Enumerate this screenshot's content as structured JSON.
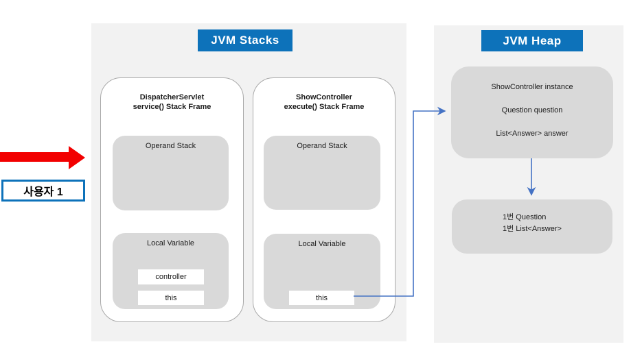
{
  "user": {
    "label": "사용자 1"
  },
  "stacks": {
    "header": "JVM Stacks",
    "frames": [
      {
        "title_line1": "DispatcherServlet",
        "title_line2": "service() Stack Frame",
        "operand_label": "Operand Stack",
        "local_label": "Local Variable",
        "variables": [
          "controller",
          "this"
        ]
      },
      {
        "title_line1": "ShowController",
        "title_line2": "execute() Stack Frame",
        "operand_label": "Operand Stack",
        "local_label": "Local Variable",
        "variables": [
          "this"
        ]
      }
    ]
  },
  "heap": {
    "header": "JVM Heap",
    "instance_box": {
      "line1": "ShowController instance",
      "line2": "Question question",
      "line3": "List<Answer> answer"
    },
    "object_box": {
      "line1": "1번 Question",
      "line2": "1번 List<Answer>"
    }
  },
  "colors": {
    "header_bg": "#0d72ba",
    "panel_bg": "#f2f2f2",
    "box_bg": "#d9d9d9",
    "frame_border": "#a9a9a9",
    "connector_blue": "#4472c4",
    "arrow_red": "#f20000"
  }
}
